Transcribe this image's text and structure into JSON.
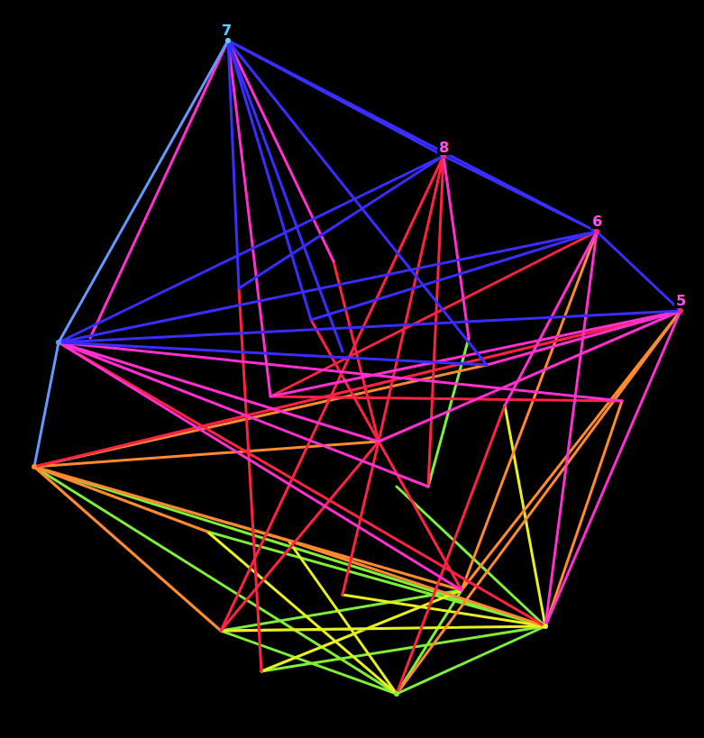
{
  "diagram": {
    "labels": [
      "7",
      "8",
      "6",
      "5"
    ]
  }
}
